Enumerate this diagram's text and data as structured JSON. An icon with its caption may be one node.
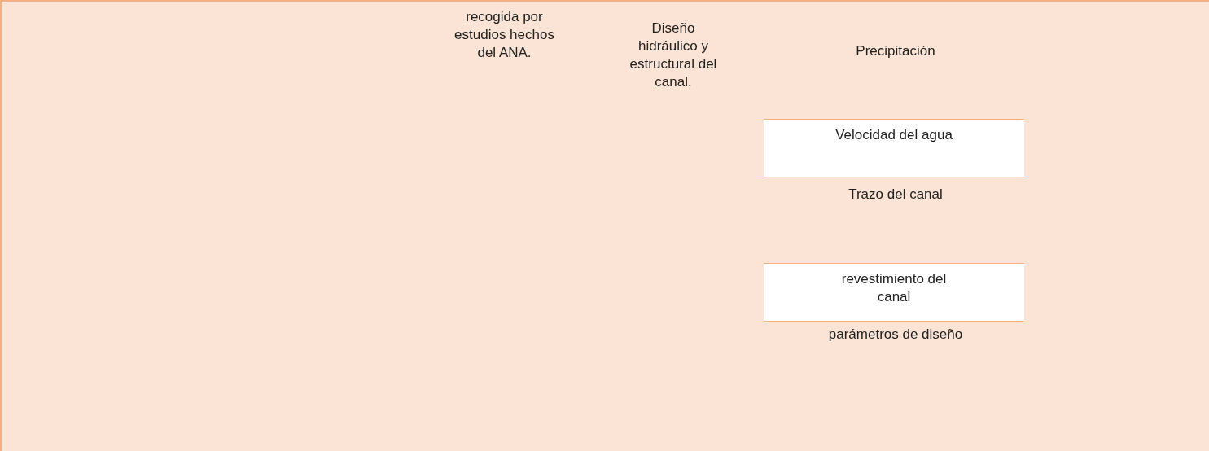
{
  "diagram": {
    "nodes": [
      {
        "text": [
          "Velocidad del agua"
        ]
      },
      {
        "text": [
          "revestimiento del canal"
        ]
      }
    ],
    "labels": [
      "recogida por estudios hechos del ANA.",
      "Diseño hidráulico y estructural del canal.",
      "Precipitación",
      "Trazo del canal",
      "parámetros de diseño"
    ]
  }
}
